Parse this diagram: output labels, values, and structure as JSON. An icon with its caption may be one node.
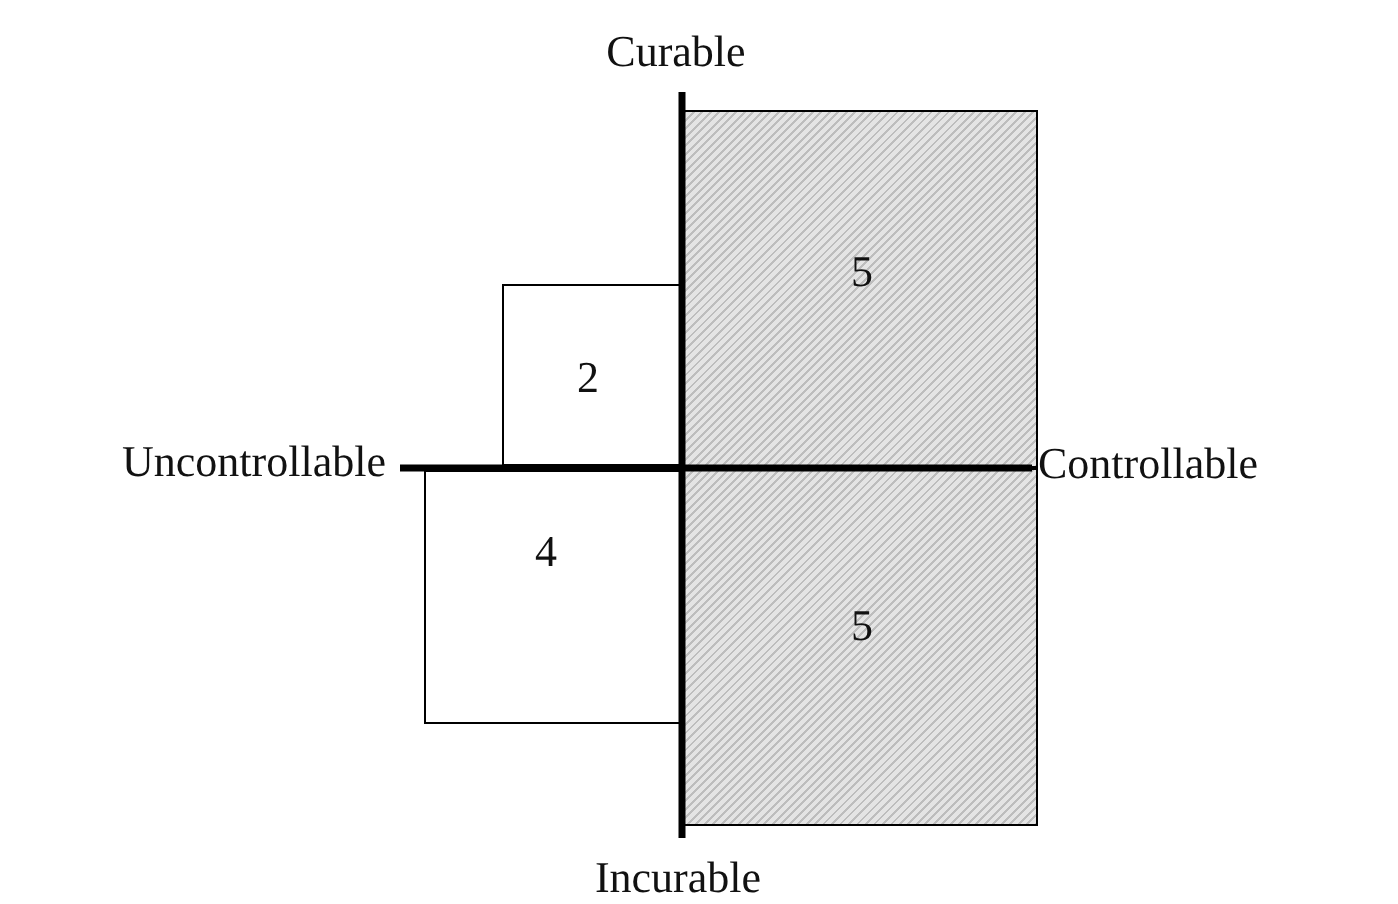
{
  "diagram": {
    "nodes": [
      {
        "text": [
          "5"
        ]
      },
      {
        "text": [
          "2"
        ]
      },
      {
        "text": [
          "4"
        ]
      },
      {
        "text": [
          "5"
        ]
      }
    ],
    "labels": [
      "Curable",
      "Uncontrollable",
      "Controllable",
      "Incurable"
    ]
  }
}
